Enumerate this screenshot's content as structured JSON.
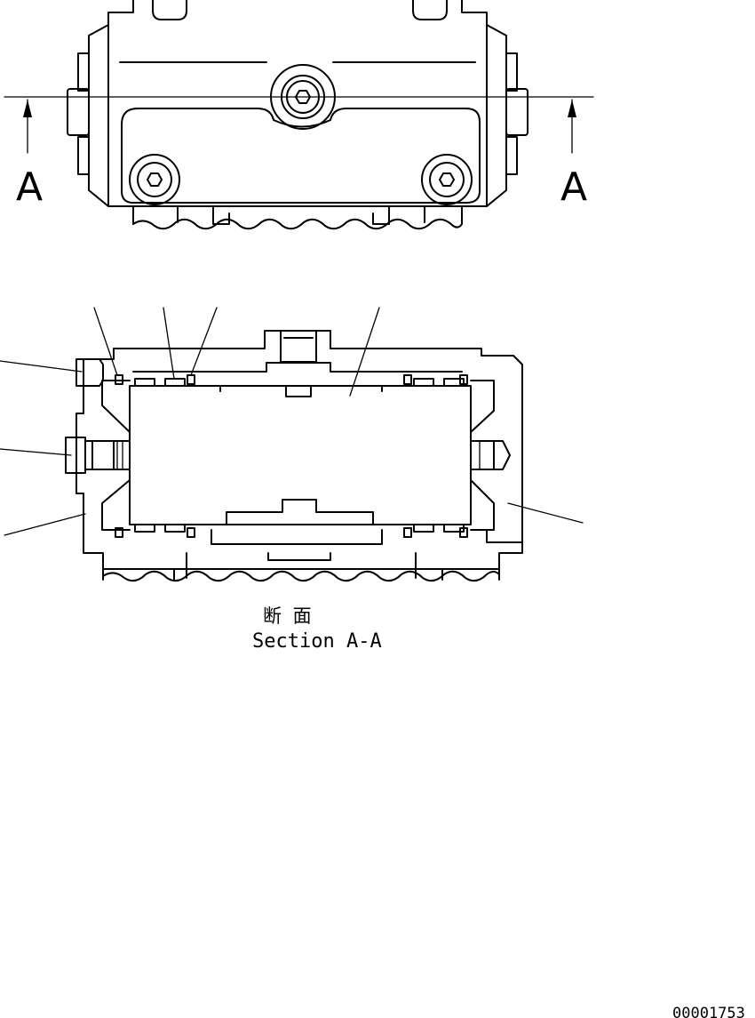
{
  "top_view": {
    "section_mark_left": "A",
    "section_mark_right": "A"
  },
  "section_view": {
    "caption_japanese": "断 面",
    "caption_english": "Section A-A"
  },
  "drawing_number": "00001753"
}
